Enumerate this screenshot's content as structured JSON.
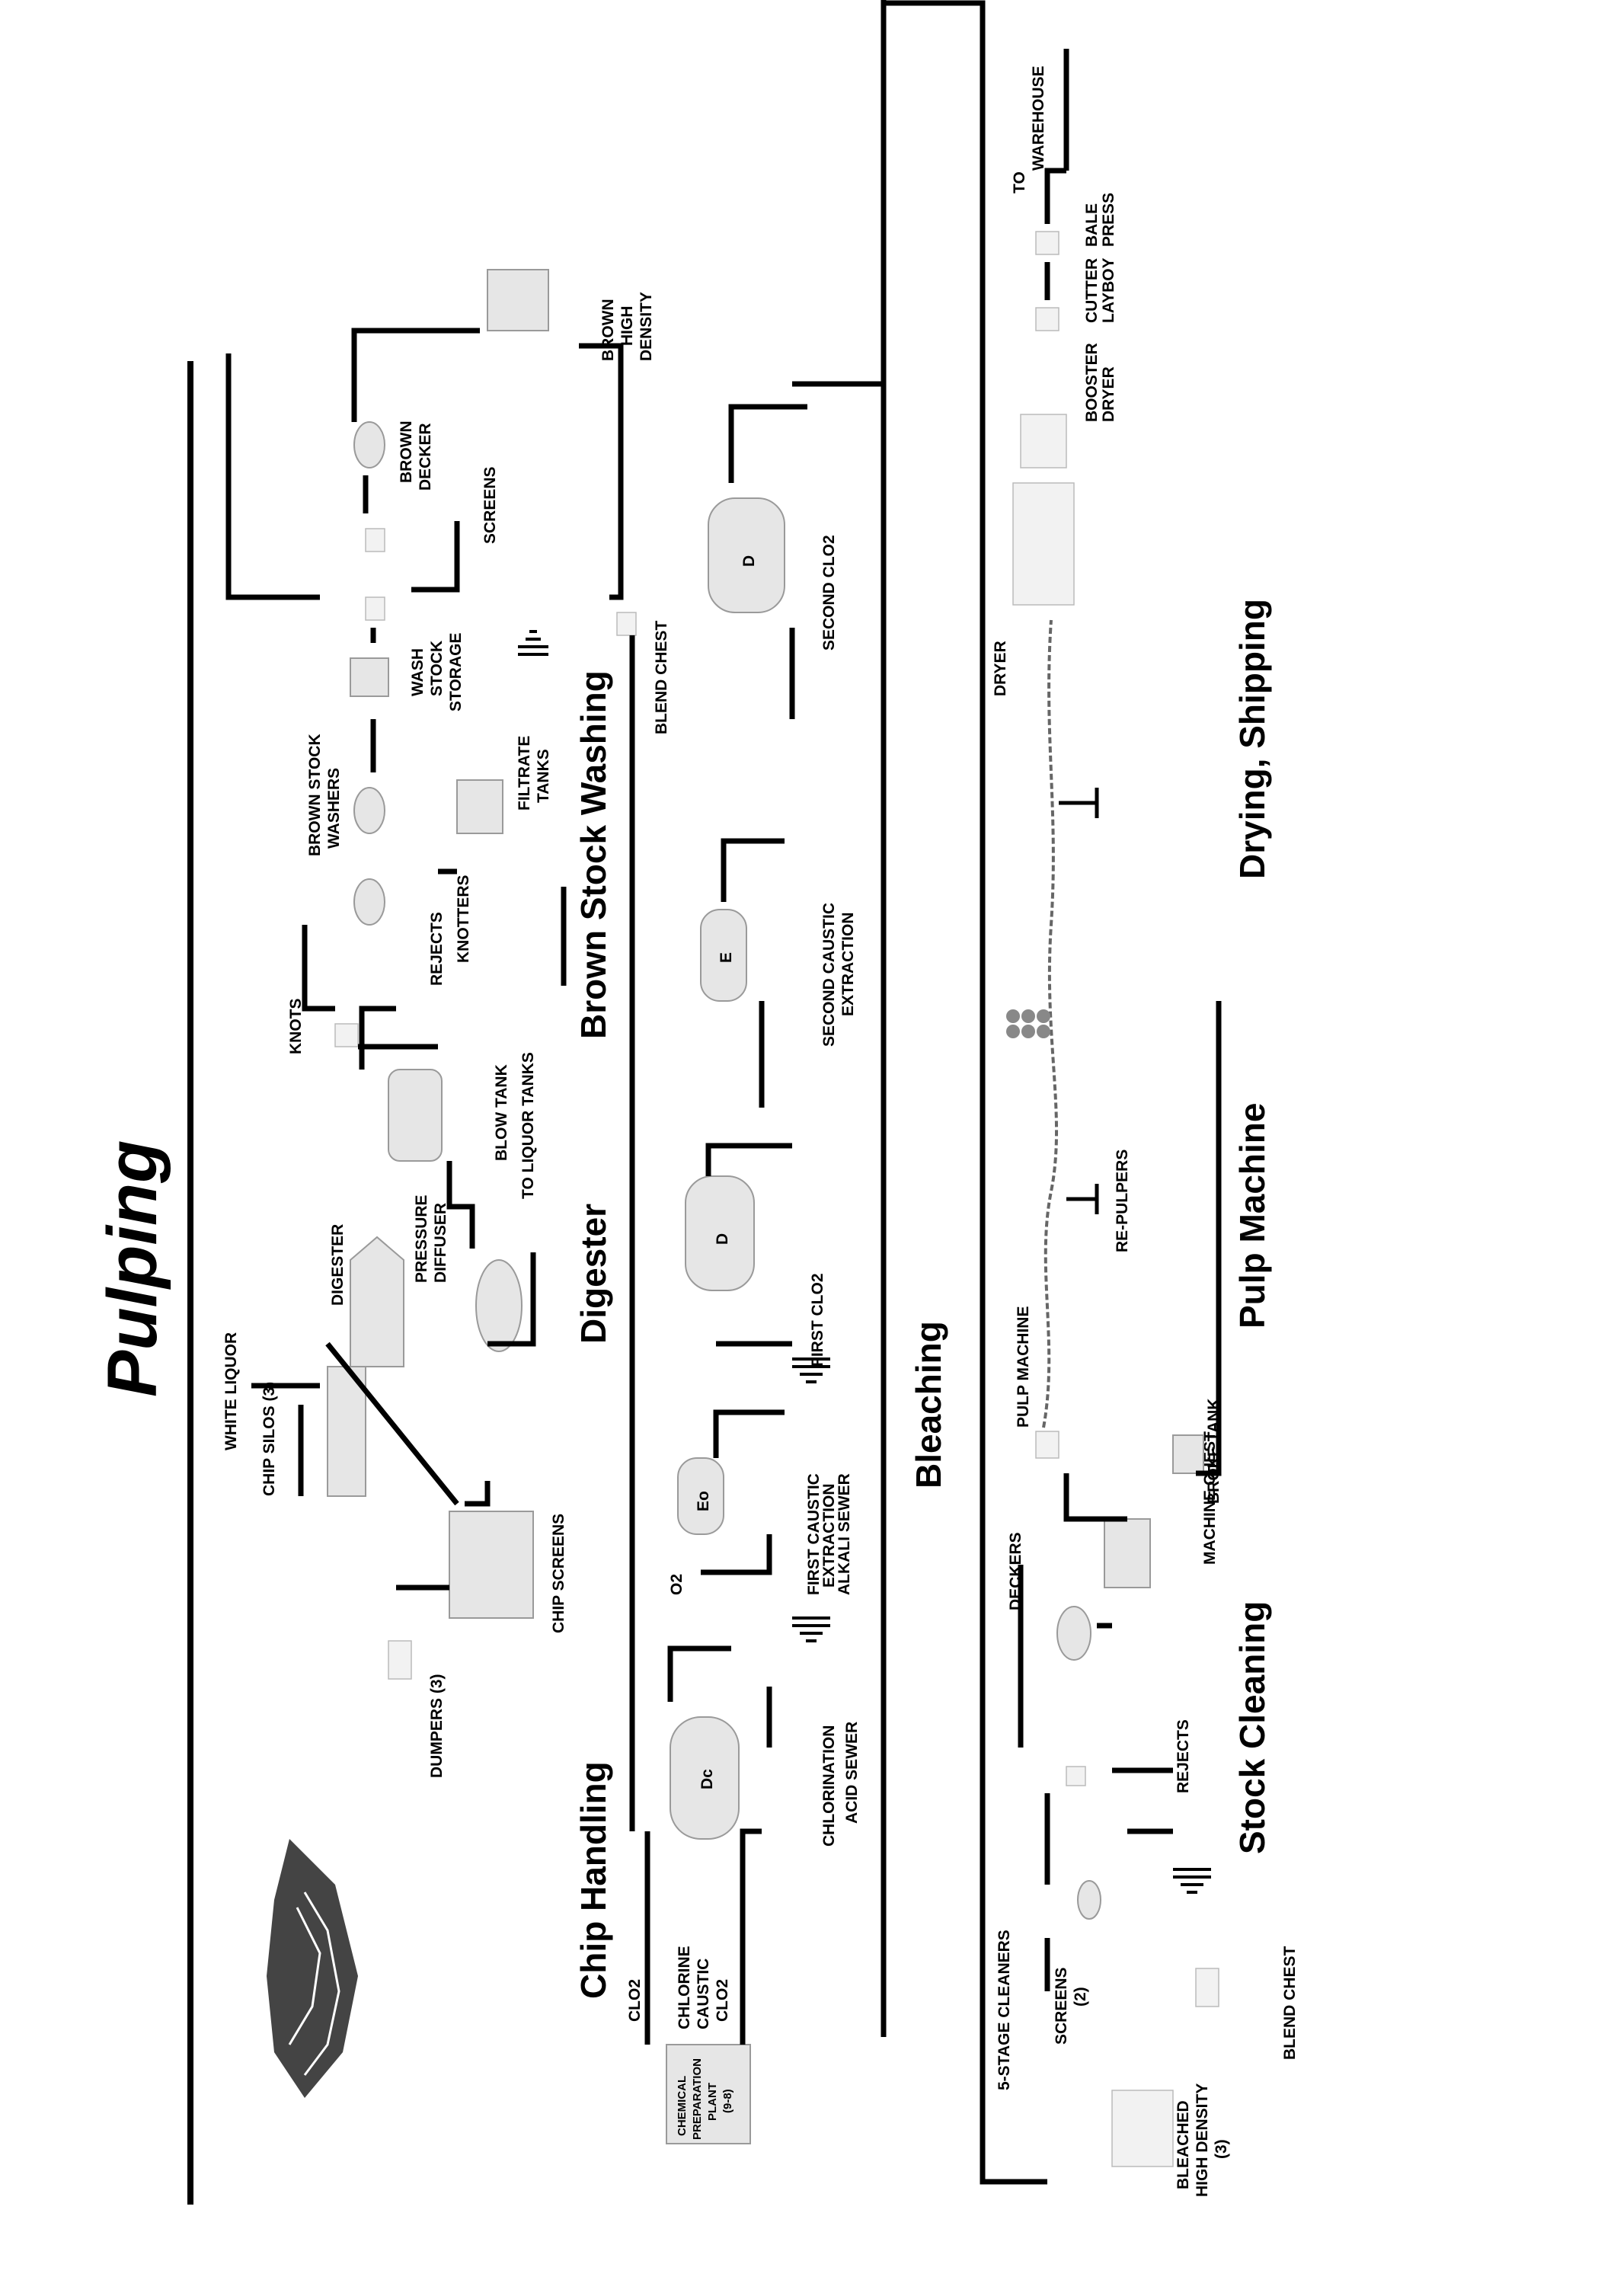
{
  "title": "Pulping",
  "sections": {
    "chip_handling": "Chip Handling",
    "digester": "Digester",
    "brown_stock_washing": "Brown Stock Washing",
    "bleaching": "Bleaching",
    "stock_cleaning": "Stock Cleaning",
    "pulp_machine": "Pulp Machine",
    "drying_shipping": "Drying, Shipping"
  },
  "labels": {
    "white_liquor": "WHITE LIQUOR",
    "chip_silos": "CHIP SILOS (3)",
    "chip_screens": "CHIP SCREENS",
    "dumpers": "DUMPERS (3)",
    "digester_unit": "DIGESTER",
    "knots": "KNOTS",
    "pressure_diffuser_1": "PRESSURE",
    "pressure_diffuser_2": "DIFFUSER",
    "blow_tank": "BLOW TANK",
    "to_liquor_tanks": "TO LIQUOR TANKS",
    "rejects_knotters": "REJECTS",
    "knotters": "KNOTTERS",
    "brown_stock_washers_1": "BROWN STOCK",
    "brown_stock_washers_2": "WASHERS",
    "filtrate_tanks_1": "FILTRATE",
    "filtrate_tanks_2": "TANKS",
    "wash_stock_storage_1": "WASH",
    "wash_stock_storage_2": "STOCK",
    "wash_stock_storage_3": "STORAGE",
    "screens_brown": "SCREENS",
    "brown_decker_1": "BROWN",
    "brown_decker_2": "DECKER",
    "brown_high_density_1": "BROWN",
    "brown_high_density_2": "HIGH",
    "brown_high_density_3": "DENSITY",
    "blend_chest_top": "BLEND CHEST",
    "clo2_in": "CLO2",
    "chlorine_in": "CHLORINE",
    "caustic_in": "CAUSTIC",
    "clo2_in_2": "CLO2",
    "chem_plant_1": "CHEMICAL",
    "chem_plant_2": "PREPARATION",
    "chem_plant_3": "PLANT",
    "chem_plant_4": "(9-8)",
    "chlorination": "CHLORINATION",
    "acid_sewer": "ACID SEWER",
    "o2": "O2",
    "first_caustic_1": "FIRST CAUSTIC",
    "first_caustic_2": "EXTRACTION",
    "alkali_sewer": "ALKALI SEWER",
    "first_clo2": "FIRST CLO2",
    "second_caustic_1": "SECOND CAUSTIC",
    "second_caustic_2": "EXTRACTION",
    "second_clo2": "SECOND CLO2",
    "tag_dc": "Dc",
    "tag_eo": "Eo",
    "tag_d1": "D",
    "tag_e": "E",
    "tag_d2": "D",
    "five_stage_cleaners": "5-STAGE CLEANERS",
    "screens_2_1": "SCREENS",
    "screens_2_2": "(2)",
    "rejects_cleaning": "REJECTS",
    "deckers": "DECKERS",
    "machine_chest": "MACHINE CHEST",
    "broke_tank": "BROKE TANK",
    "blend_chest_bottom": "BLEND CHEST",
    "bleached_hd_1": "BLEACHED",
    "bleached_hd_2": "HIGH DENSITY",
    "bleached_hd_3": "(3)",
    "pulp_machine_unit": "PULP MACHINE",
    "re_pulpers": "RE-PULPERS",
    "dryer": "DRYER",
    "booster_dryer_1": "BOOSTER",
    "booster_dryer_2": "DRYER",
    "cutter_layboy_1": "CUTTER",
    "cutter_layboy_2": "LAYBOY",
    "bale_press_1": "BALE",
    "bale_press_2": "PRESS",
    "to_warehouse_1": "TO",
    "to_warehouse_2": "WAREHOUSE"
  }
}
